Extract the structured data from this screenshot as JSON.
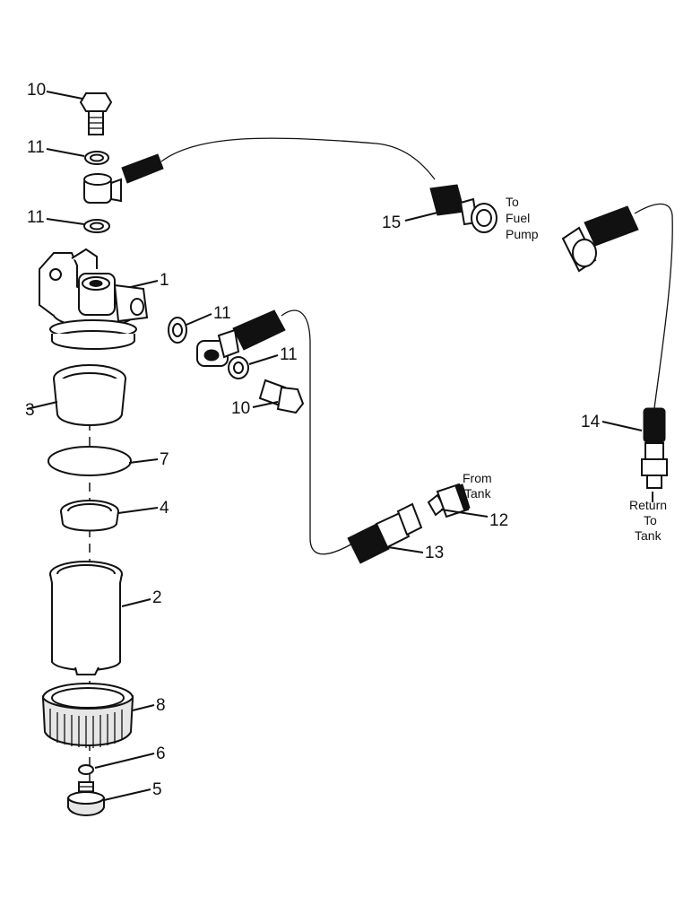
{
  "callouts": {
    "c10_top": "10",
    "c11_a": "11",
    "c11_b": "11",
    "c1": "1",
    "c11_c": "11",
    "c11_d": "11",
    "c10_mid": "10",
    "c3": "3",
    "c7": "7",
    "c4": "4",
    "c2": "2",
    "c8": "8",
    "c6": "6",
    "c5": "5",
    "c15": "15",
    "c14": "14",
    "c12": "12",
    "c13": "13"
  },
  "notes": {
    "to_fuel_pump": [
      "To",
      "Fuel",
      "Pump"
    ],
    "from_tank": [
      "From",
      "Tank"
    ],
    "return_to_tank": [
      "Return",
      "To",
      "Tank"
    ]
  }
}
